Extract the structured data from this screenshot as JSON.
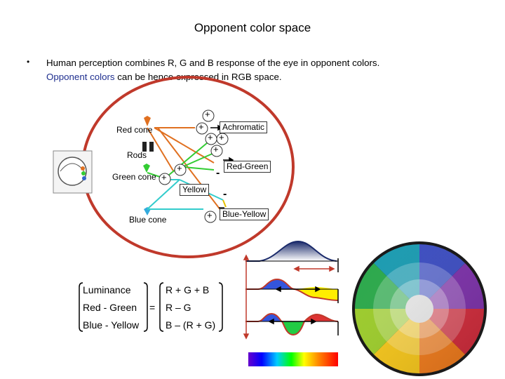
{
  "slide": {
    "title": "Opponent color space",
    "bullet": "•",
    "text_line1": "Human perception combines R, G and B response of the eye in opponent colors.",
    "text_line2_highlight": "Opponent colors",
    "text_line2_rest": " can be hence expressed in RGB space."
  },
  "diagram": {
    "red_cone": "Red cone",
    "rods": "Rods",
    "green_cone": "Green cone",
    "blue_cone": "Blue cone",
    "achromatic": "Achromatic",
    "red_green": "Red-Green",
    "yellow": "Yellow",
    "blue_yellow": "Blue-Yellow",
    "plus": "+",
    "minus": "-"
  },
  "equation": {
    "rows": [
      {
        "left": "Luminance",
        "right": "R + G + B"
      },
      {
        "left": "Red - Green",
        "right": "R – G"
      },
      {
        "left": "Blue - Yellow",
        "right": "B – (R + G)"
      }
    ],
    "equals": "="
  },
  "colors": {
    "red_line": "#e07020",
    "green_line": "#33cc33",
    "cyan_line": "#33cccc",
    "ellipse": "#c0392b",
    "text_blue": "#1f2f8f"
  }
}
